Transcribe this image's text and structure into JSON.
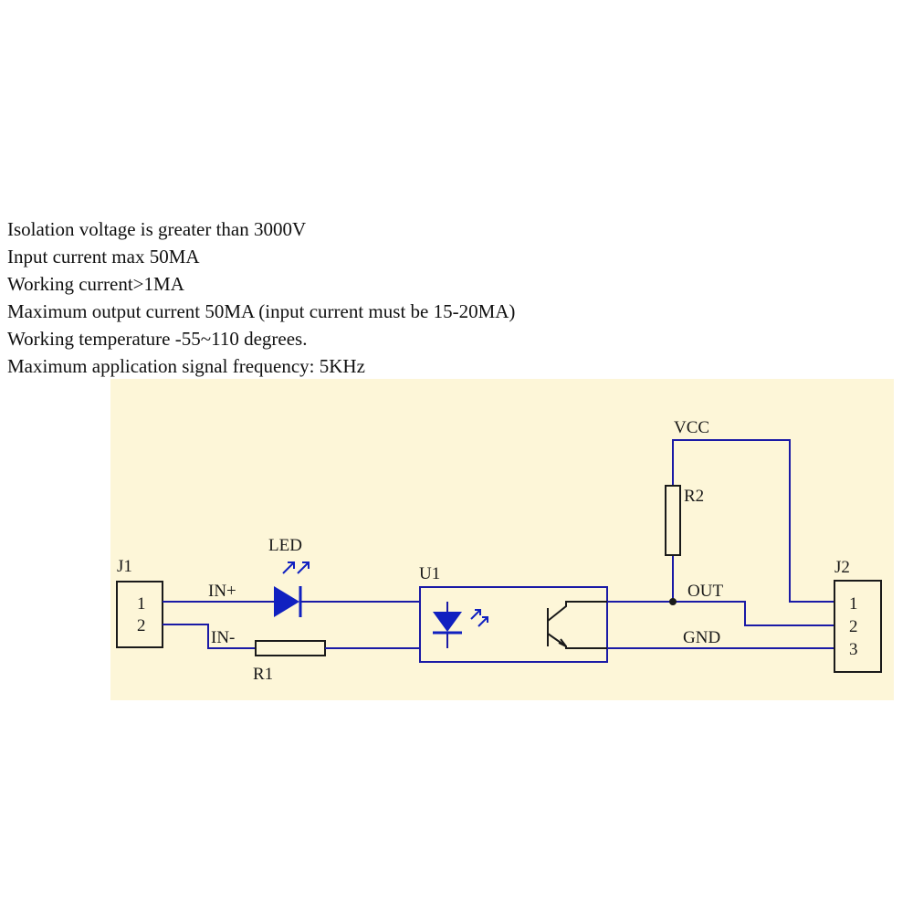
{
  "specs": [
    "Isolation voltage is greater than 3000V",
    "Input current max 50MA",
    "Working current>1MA",
    "Maximum output current 50MA (input current must be 15-20MA)",
    "Working temperature -55~110 degrees.",
    "Maximum application signal frequency: 5KHz"
  ],
  "colors": {
    "panel": "#fdf6d8",
    "wire": "#1a1aa6",
    "symbol_blue": "#1020c0",
    "component": "#1a1a1a"
  },
  "schematic": {
    "j1": {
      "label": "J1",
      "pins": [
        "1",
        "2"
      ]
    },
    "j2": {
      "label": "J2",
      "pins": [
        "1",
        "2",
        "3"
      ]
    },
    "led": {
      "label": "LED"
    },
    "r1": {
      "label": "R1"
    },
    "r2": {
      "label": "R2"
    },
    "u1": {
      "label": "U1"
    },
    "nets": {
      "in_plus": "IN+",
      "in_minus": "IN-",
      "vcc": "VCC",
      "out": "OUT",
      "gnd": "GND"
    }
  }
}
